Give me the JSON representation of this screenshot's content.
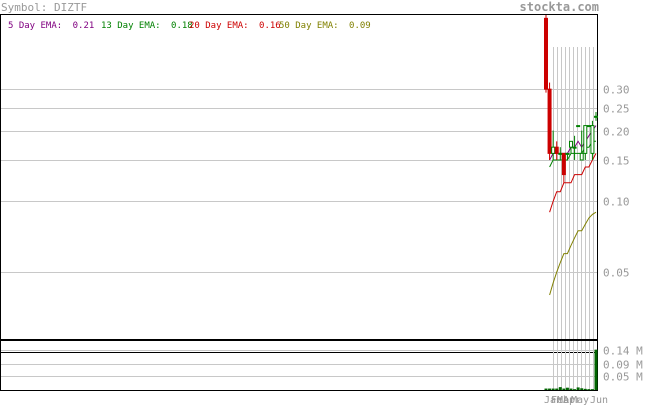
{
  "header": {
    "symbol_label": "Symbol: DIZTF",
    "site_label": "stockta.com",
    "text_color": "#999999"
  },
  "legend": [
    {
      "label": "5 Day EMA:",
      "value": "0.21",
      "color": "#800080"
    },
    {
      "label": "13 Day EMA:",
      "value": "0.18",
      "color": "#008000"
    },
    {
      "label": "20 Day EMA:",
      "value": "0.16",
      "color": "#cc0000"
    },
    {
      "label": "50 Day EMA:",
      "value": "0.09",
      "color": "#808000"
    }
  ],
  "chart_data": [
    {
      "type": "candlestick",
      "title": "",
      "scale": "log",
      "y_tick_labels": [
        "0.30",
        "0.25",
        "0.20",
        "0.15",
        "0.10",
        "0.05"
      ],
      "y_ticks": [
        0.3,
        0.25,
        0.2,
        0.15,
        0.1,
        0.05
      ],
      "ylim": [
        0.026,
        0.62
      ],
      "x_tick_labels": [
        "Jan",
        "Feb",
        "Mar",
        "Apr",
        "May",
        "Jun"
      ],
      "grid": true,
      "up_color": "#008000",
      "down_color": "#cc0000",
      "candles": [
        {
          "open": 0.6,
          "high": 0.62,
          "low": 0.29,
          "close": 0.3
        },
        {
          "open": 0.3,
          "high": 0.32,
          "low": 0.15,
          "close": 0.16
        },
        {
          "open": 0.16,
          "high": 0.2,
          "low": 0.15,
          "close": 0.17
        },
        {
          "open": 0.17,
          "high": 0.18,
          "low": 0.15,
          "close": 0.16
        },
        {
          "open": 0.16,
          "high": 0.17,
          "low": 0.15,
          "close": 0.16
        },
        {
          "open": 0.16,
          "high": 0.16,
          "low": 0.12,
          "close": 0.13
        },
        {
          "open": 0.16,
          "high": 0.16,
          "low": 0.15,
          "close": 0.16
        },
        {
          "open": 0.17,
          "high": 0.18,
          "low": 0.16,
          "close": 0.18
        },
        {
          "open": 0.17,
          "high": 0.19,
          "low": 0.15,
          "close": 0.17
        },
        {
          "open": 0.21,
          "high": 0.21,
          "low": 0.21,
          "close": 0.21
        },
        {
          "open": 0.15,
          "high": 0.2,
          "low": 0.15,
          "close": 0.16
        },
        {
          "open": 0.16,
          "high": 0.21,
          "low": 0.15,
          "close": 0.21
        },
        {
          "open": 0.21,
          "high": 0.21,
          "low": 0.21,
          "close": 0.21
        },
        {
          "open": 0.16,
          "high": 0.22,
          "low": 0.15,
          "close": 0.21
        },
        {
          "open": 0.23,
          "high": 0.24,
          "low": 0.22,
          "close": 0.23
        }
      ],
      "series": [
        {
          "name": "5 Day EMA",
          "color": "#800080",
          "values": [
            null,
            0.15,
            0.16,
            0.16,
            0.16,
            0.16,
            0.16,
            0.17,
            0.17,
            0.18,
            0.17,
            0.18,
            0.19,
            0.2,
            0.21
          ]
        },
        {
          "name": "13 Day EMA",
          "color": "#008000",
          "values": [
            null,
            0.14,
            0.15,
            0.15,
            0.15,
            0.15,
            0.15,
            0.16,
            0.16,
            0.16,
            0.16,
            0.17,
            0.17,
            0.18,
            0.18
          ]
        },
        {
          "name": "20 Day EMA",
          "color": "#cc0000",
          "values": [
            null,
            0.09,
            0.1,
            0.11,
            0.11,
            0.12,
            0.12,
            0.12,
            0.13,
            0.13,
            0.13,
            0.14,
            0.14,
            0.15,
            0.16
          ]
        },
        {
          "name": "50 Day EMA",
          "color": "#808000",
          "values": [
            null,
            0.04,
            0.045,
            0.05,
            0.055,
            0.06,
            0.06,
            0.065,
            0.07,
            0.075,
            0.075,
            0.08,
            0.085,
            0.088,
            0.09
          ]
        }
      ]
    },
    {
      "type": "bar",
      "title": "",
      "ylabel": "",
      "y_tick_labels": [
        "0.14 M",
        "0.09 M",
        "0.05 M"
      ],
      "y_ticks": [
        0.14,
        0.09,
        0.05
      ],
      "ylim": [
        0,
        0.17
      ],
      "bar_color": "#006400",
      "values": [
        0.005,
        0.005,
        0.005,
        0.005,
        0.01,
        0.005,
        0.008,
        0.005,
        0.003,
        0.009,
        0.006,
        0.004,
        0.003,
        0.003,
        0.14
      ]
    }
  ]
}
